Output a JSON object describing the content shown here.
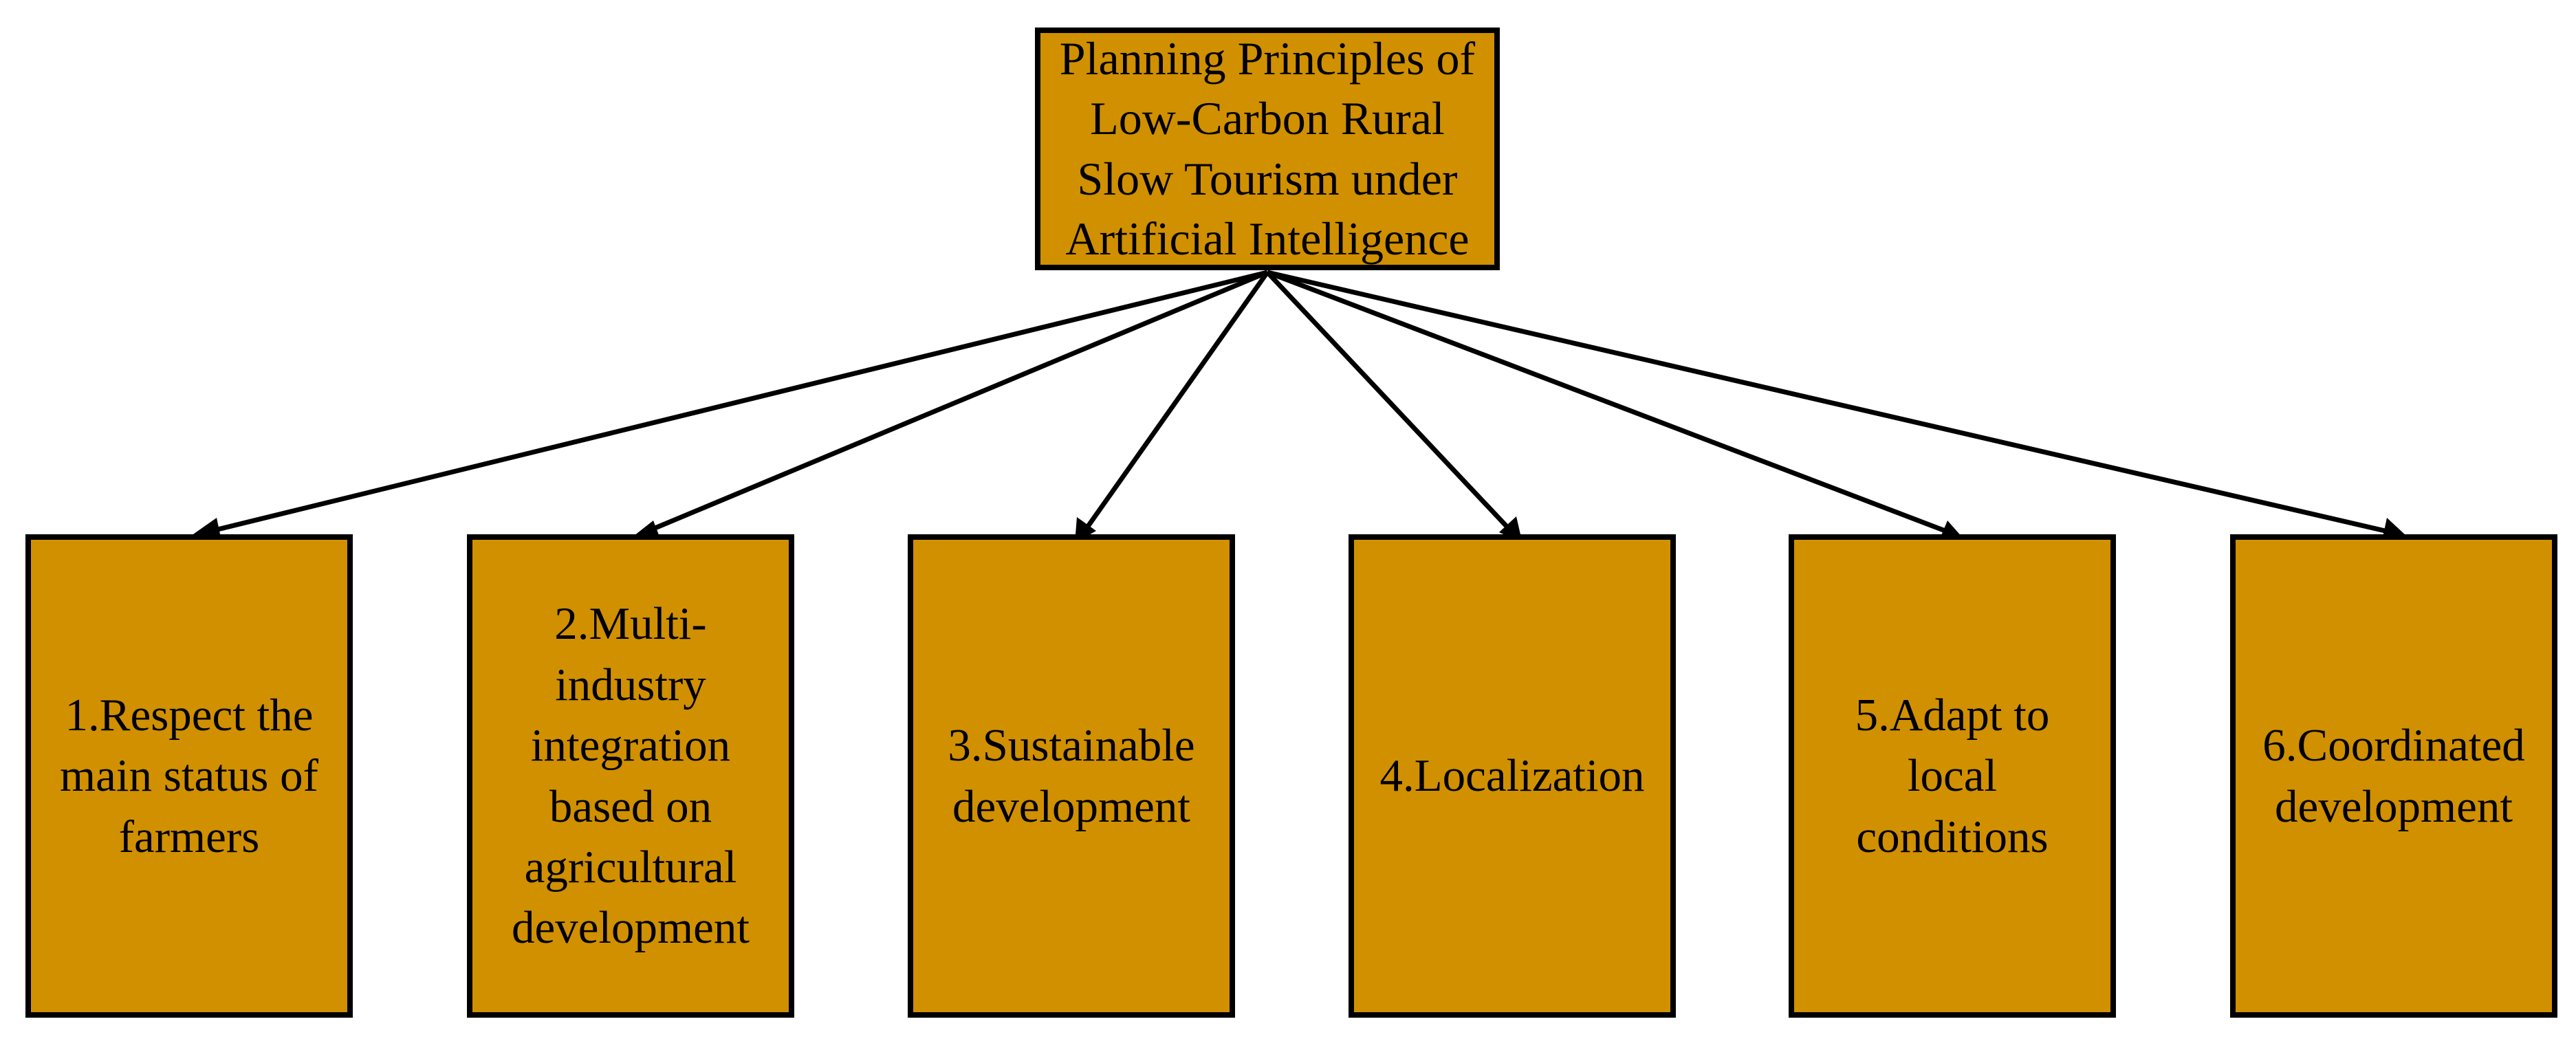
{
  "root": {
    "label": "Planning Principles of\nLow-Carbon Rural\nSlow Tourism under\nArtificial Intelligence"
  },
  "children": [
    {
      "label": "1.Respect the\nmain status of\nfarmers"
    },
    {
      "label": "2.Multi-\nindustry\nintegration\nbased on\nagricultural\ndevelopment"
    },
    {
      "label": "3.Sustainable\ndevelopment"
    },
    {
      "label": "4.Localization"
    },
    {
      "label": "5.Adapt to\nlocal\nconditions"
    },
    {
      "label": "6.Coordinated\ndevelopment"
    }
  ],
  "colors": {
    "node_fill": "#d09000",
    "border": "#000000",
    "arrow": "#000000"
  }
}
